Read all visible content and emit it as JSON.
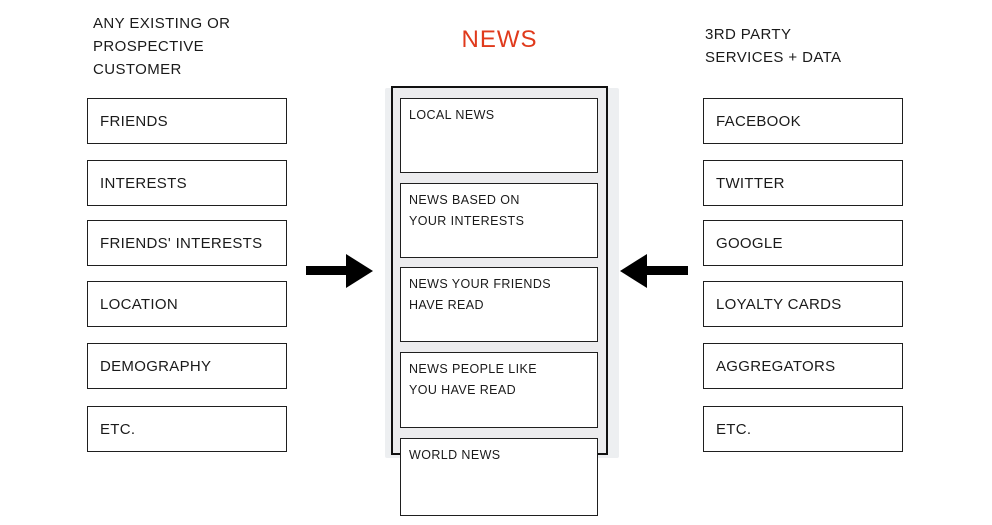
{
  "left_column": {
    "header": "ANY EXISTING OR\nPROSPECTIVE\nCUSTOMER",
    "items": [
      "FRIENDS",
      "INTERESTS",
      "FRIENDS' INTERESTS",
      "LOCATION",
      "DEMOGRAPHY",
      "ETC."
    ]
  },
  "center_column": {
    "title": "NEWS",
    "items": [
      "LOCAL NEWS",
      "NEWS BASED ON\nYOUR INTERESTS",
      "NEWS YOUR FRIENDS\nHAVE READ",
      "NEWS PEOPLE LIKE\nYOU HAVE READ",
      "WORLD NEWS"
    ]
  },
  "right_column": {
    "header": "3RD PARTY\nSERVICES + DATA",
    "items": [
      "FACEBOOK",
      "TWITTER",
      "GOOGLE",
      "LOYALTY CARDS",
      "AGGREGATORS",
      "ETC."
    ]
  },
  "arrows": [
    {
      "name": "customer-data-into-news",
      "direction": "right",
      "color": "#000000"
    },
    {
      "name": "third-party-data-into-news",
      "direction": "left",
      "color": "#000000"
    }
  ],
  "colors": {
    "accent_red": "#e03a1c",
    "container_fill": "#ececee",
    "box_border": "#1f1f1f",
    "text": "#1a1a1a",
    "background": "#ffffff"
  }
}
